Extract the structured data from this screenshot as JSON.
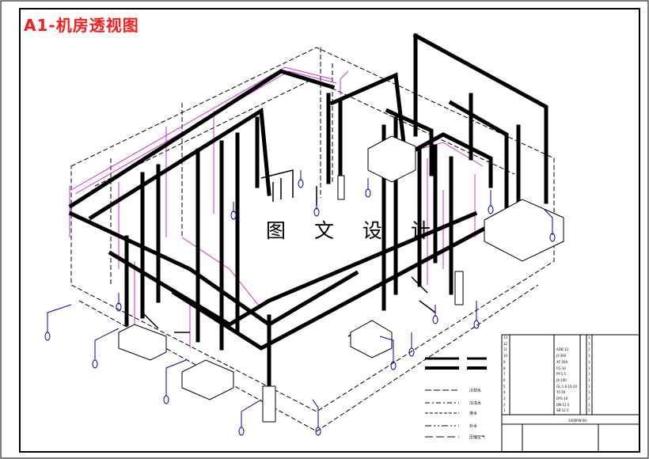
{
  "title": "A1-机房透视图",
  "watermark": "图 文 设 计",
  "legend_labels": [
    "冷却水",
    "冷冻水",
    "排水",
    "补水",
    "压缩空气"
  ],
  "title_block": {
    "rows": [
      {
        "no": "13",
        "spec": "",
        "qty": "1"
      },
      {
        "no": "12",
        "spec": "",
        "qty": "1"
      },
      {
        "no": "11",
        "spec": "ADB-12",
        "qty": "2"
      },
      {
        "no": "10",
        "spec": "JY-300",
        "qty": "1"
      },
      {
        "no": "9",
        "spec": "XF-200",
        "qty": "1"
      },
      {
        "no": "8",
        "spec": "FG-10",
        "qty": "1"
      },
      {
        "no": "7",
        "spec": "PY-1.5",
        "qty": "1"
      },
      {
        "no": "6",
        "spec": "JX-100",
        "qty": "1"
      },
      {
        "no": "5",
        "spec": "GL-1.6-10-20",
        "qty": "1"
      },
      {
        "no": "4",
        "spec": "YF-50",
        "qty": "1"
      },
      {
        "no": "3",
        "spec": "DYS-10",
        "qty": "2"
      },
      {
        "no": "2",
        "spec": "DN-12.5",
        "qty": "1"
      },
      {
        "no": "1",
        "spec": "SB-12.5",
        "qty": "2"
      }
    ],
    "drawing_code": "1000PW-00"
  },
  "colors": {
    "pipe": "#000000",
    "magenta": "#cc33cc",
    "blue": "#0000aa",
    "title": "#ff1a1a"
  }
}
